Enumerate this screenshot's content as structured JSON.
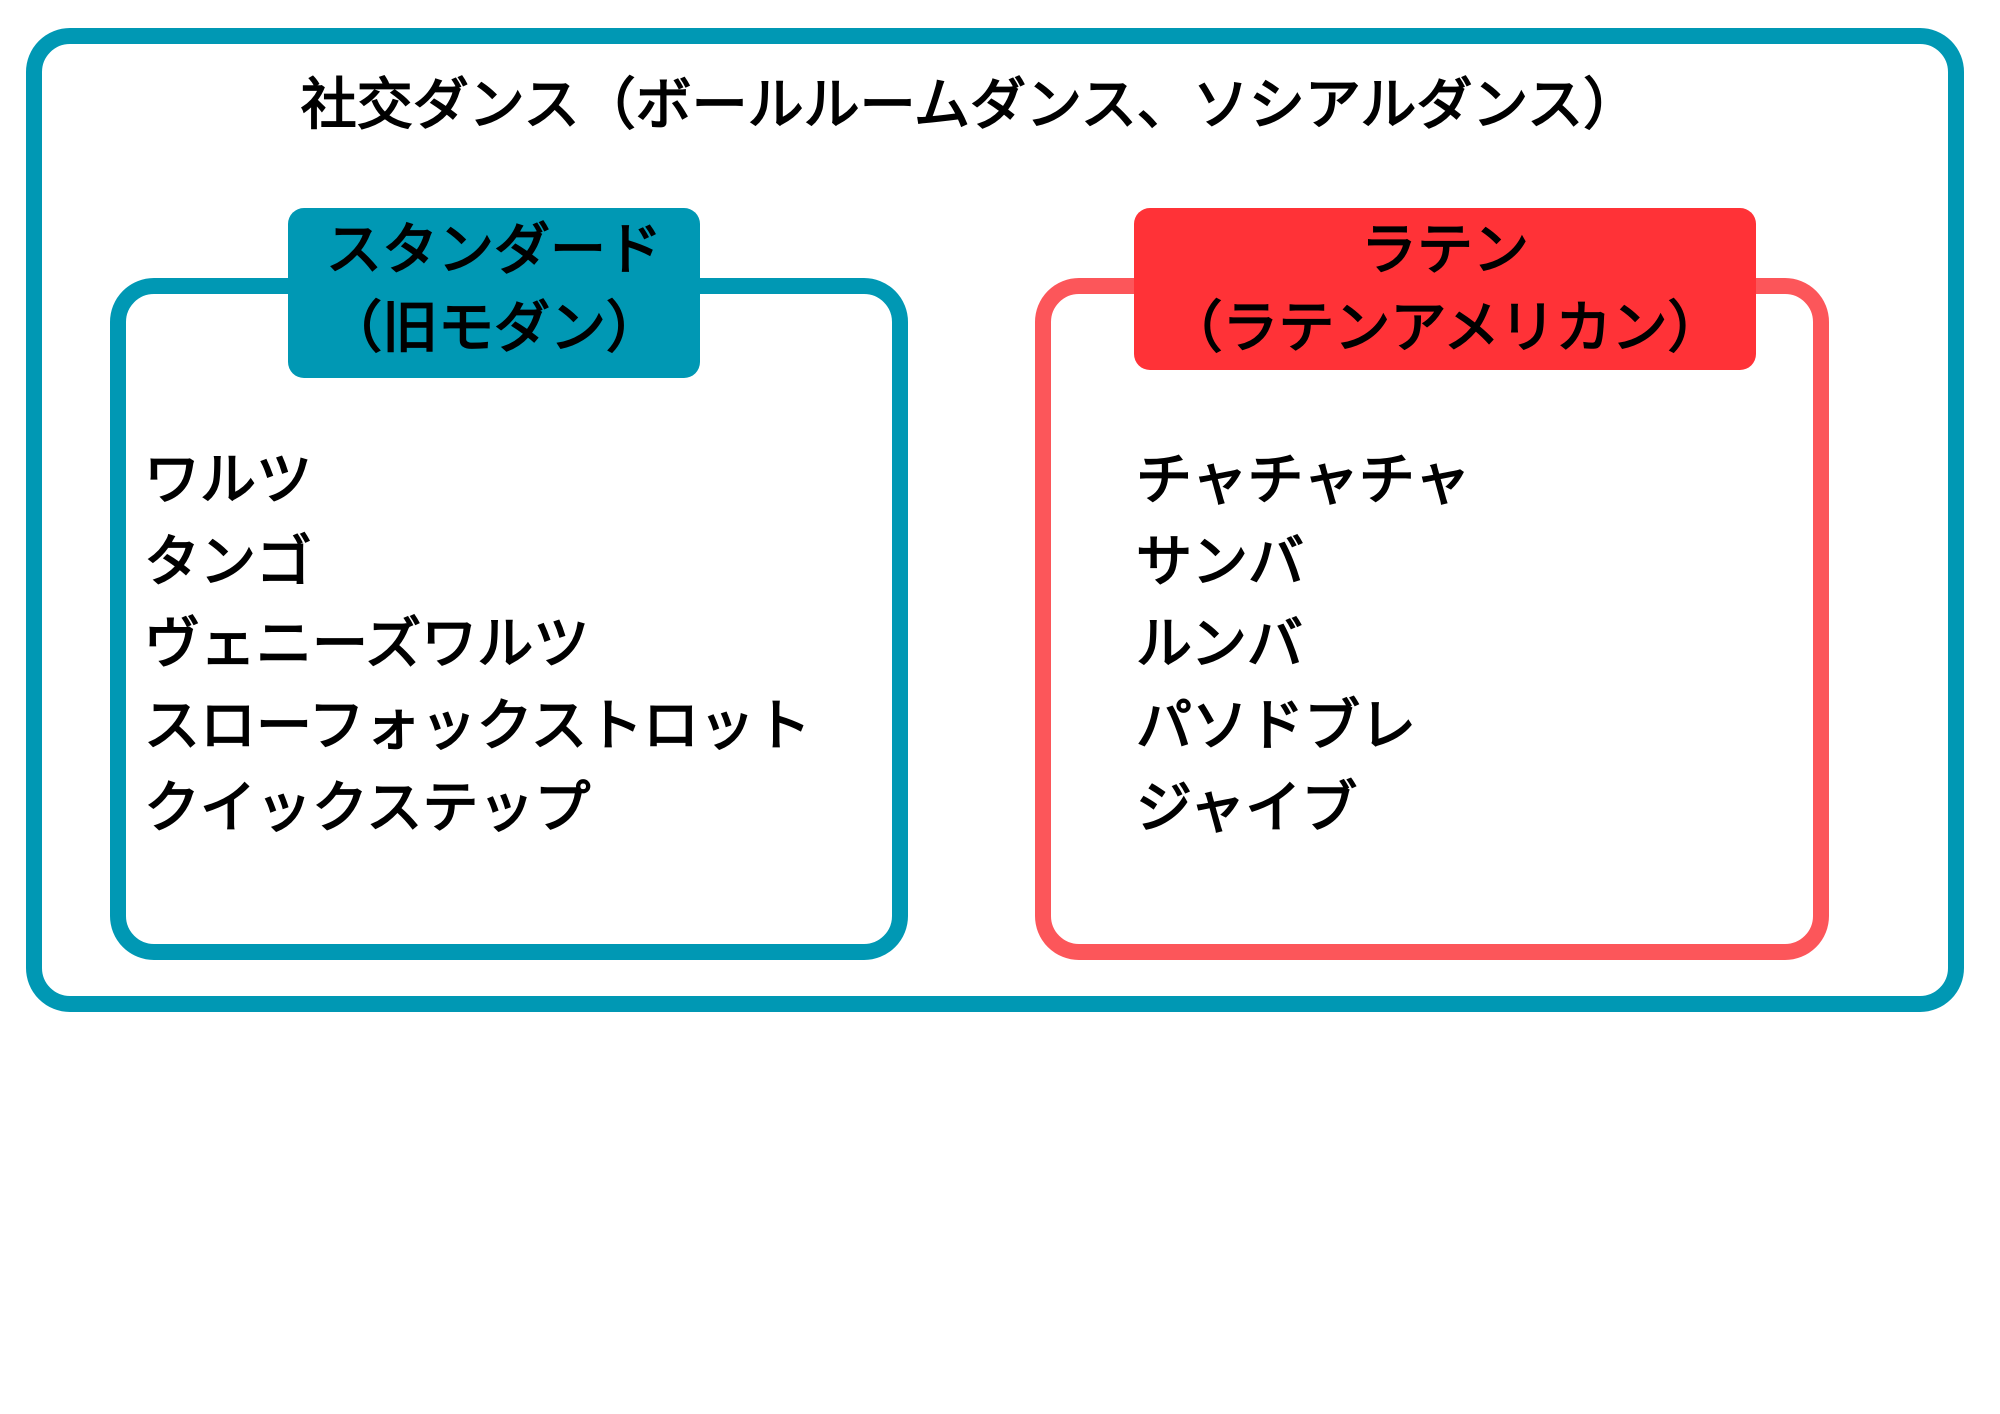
{
  "title": "社交ダンス（ボールルームダンス、ソシアルダンス）",
  "colors": {
    "standard": "#0098b4",
    "latin_border": "#fc565a",
    "latin_tab": "#ff3237",
    "text": "#000000"
  },
  "standard": {
    "heading_line1": "スタンダード",
    "heading_line2": "（旧モダン）",
    "dances": [
      "ワルツ",
      "タンゴ",
      "ヴェニーズワルツ",
      "スローフォックストロット",
      "クイックステップ"
    ]
  },
  "latin": {
    "heading_line1": "ラテン",
    "heading_line2": "（ラテンアメリカン）",
    "dances": [
      "チャチャチャ",
      "サンバ",
      "ルンバ",
      "パソドブレ",
      "ジャイブ"
    ]
  }
}
